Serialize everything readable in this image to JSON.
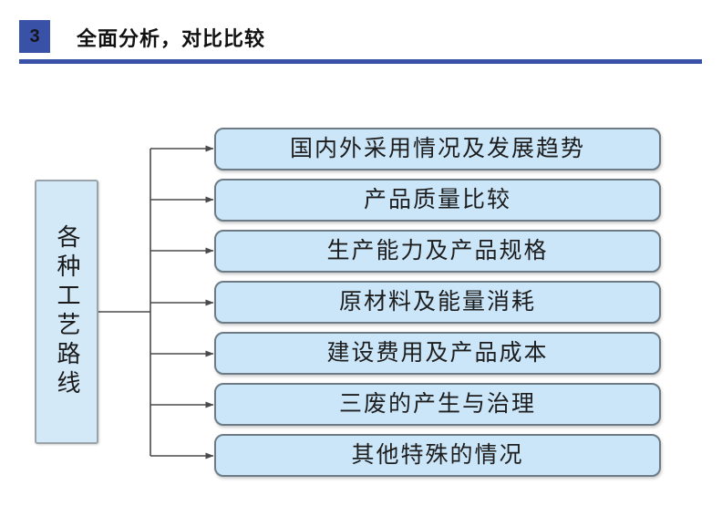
{
  "header": {
    "step_number": "3",
    "title": "全面分析，对比比较",
    "badge_color": "#3a51a8",
    "rule_color": "#3a51a8"
  },
  "diagram": {
    "type": "tree",
    "orientation": "left-to-right",
    "node_fill": "#cbe6f9",
    "node_border": "#6c7b85",
    "connector_color": "#4a4a4a",
    "root": {
      "label": "各种工艺路线",
      "text_direction": "vertical"
    },
    "branches": [
      {
        "label": "国内外采用情况及发展趋势"
      },
      {
        "label": "产品质量比较"
      },
      {
        "label": "生产能力及产品规格"
      },
      {
        "label": "原材料及能量消耗"
      },
      {
        "label": "建设费用及产品成本"
      },
      {
        "label": "三废的产生与治理"
      },
      {
        "label": "其他特殊的情况"
      }
    ]
  }
}
